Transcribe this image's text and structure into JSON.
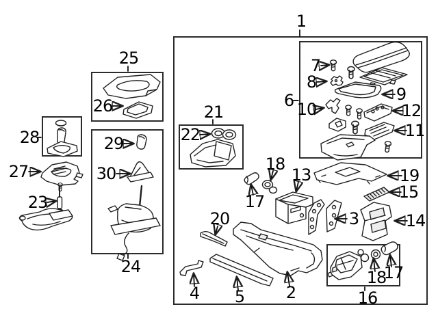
{
  "diagram": {
    "colors": {
      "background": "#ffffff",
      "line": "#1f1f1f",
      "box_border": "#2b2b2b",
      "label_text": "#000000"
    },
    "callouts": {
      "c1": {
        "label": "1"
      },
      "c2": {
        "label": "2"
      },
      "c3": {
        "label": "3"
      },
      "c4": {
        "label": "4"
      },
      "c5": {
        "label": "5"
      },
      "c6": {
        "label": "6"
      },
      "c7": {
        "label": "7"
      },
      "c8": {
        "label": "8"
      },
      "c9": {
        "label": "9"
      },
      "c10": {
        "label": "10"
      },
      "c11": {
        "label": "11"
      },
      "c12": {
        "label": "12"
      },
      "c13": {
        "label": "13"
      },
      "c14": {
        "label": "14"
      },
      "c15": {
        "label": "15"
      },
      "c16": {
        "label": "16"
      },
      "c17a": {
        "label": "17"
      },
      "c17b": {
        "label": "17"
      },
      "c18a": {
        "label": "18"
      },
      "c18b": {
        "label": "18"
      },
      "c19": {
        "label": "19"
      },
      "c20": {
        "label": "20"
      },
      "c21": {
        "label": "21"
      },
      "c22": {
        "label": "22"
      },
      "c23": {
        "label": "23"
      },
      "c24": {
        "label": "24"
      },
      "c25": {
        "label": "25"
      },
      "c26": {
        "label": "26"
      },
      "c27": {
        "label": "27"
      },
      "c28": {
        "label": "28"
      },
      "c29": {
        "label": "29"
      },
      "c30": {
        "label": "30"
      }
    },
    "parts": {
      "1": "console-assembly-group",
      "2": "console-body",
      "3": "support-brackets",
      "4": "front-bracket",
      "5": "side-trim-strip",
      "6": "armrest-compartment-group",
      "7": "screw",
      "8": "clip",
      "9": "storage-tray",
      "10": "bracket",
      "11": "latch",
      "12": "latch-plate",
      "13": "storage-compartment",
      "14": "rear-trim-panel",
      "15": "vent-grille",
      "16": "power-outlet-group",
      "17": "plug",
      "18": "grommet-ring",
      "19": "shift-opening-plate",
      "20": "front-trim-strip",
      "21": "cupholder-group",
      "22": "cupholder-insert",
      "23": "shift-control-cable",
      "24": "shifter-assembly-group",
      "25": "shift-trim-plate-group",
      "26": "shifter-bezel",
      "27": "shift-opening-trim",
      "28": "shift-knob-group",
      "29": "shift-knob",
      "30": "shift-boot"
    }
  }
}
